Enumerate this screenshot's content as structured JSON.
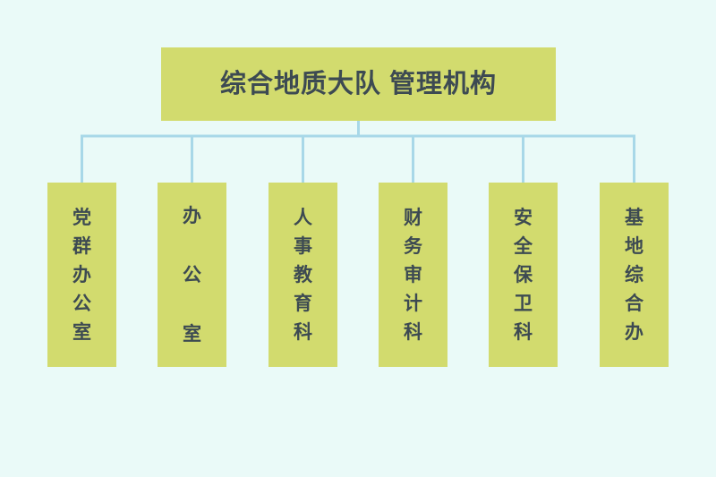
{
  "diagram": {
    "title": "综合地质大队 管理机构",
    "type": "org-chart",
    "background_color": "#eafaf8",
    "box_color": "#d2db6e",
    "text_color": "#3d4a52",
    "connector_color": "#a8d8e8",
    "root": {
      "label": "综合地质大队 管理机构"
    },
    "children": [
      {
        "label": "党群办公室",
        "chars": [
          "党",
          "群",
          "办",
          "公",
          "室"
        ]
      },
      {
        "label": "办公室",
        "chars": [
          "办",
          "公",
          "室"
        ]
      },
      {
        "label": "人事教育科",
        "chars": [
          "人",
          "事",
          "教",
          "育",
          "科"
        ]
      },
      {
        "label": "财务审计科",
        "chars": [
          "财",
          "务",
          "审",
          "计",
          "科"
        ]
      },
      {
        "label": "安全保卫科",
        "chars": [
          "安",
          "全",
          "保",
          "卫",
          "科"
        ]
      },
      {
        "label": "基地综合办",
        "chars": [
          "基",
          "地",
          "综",
          "合",
          "办"
        ]
      }
    ]
  }
}
